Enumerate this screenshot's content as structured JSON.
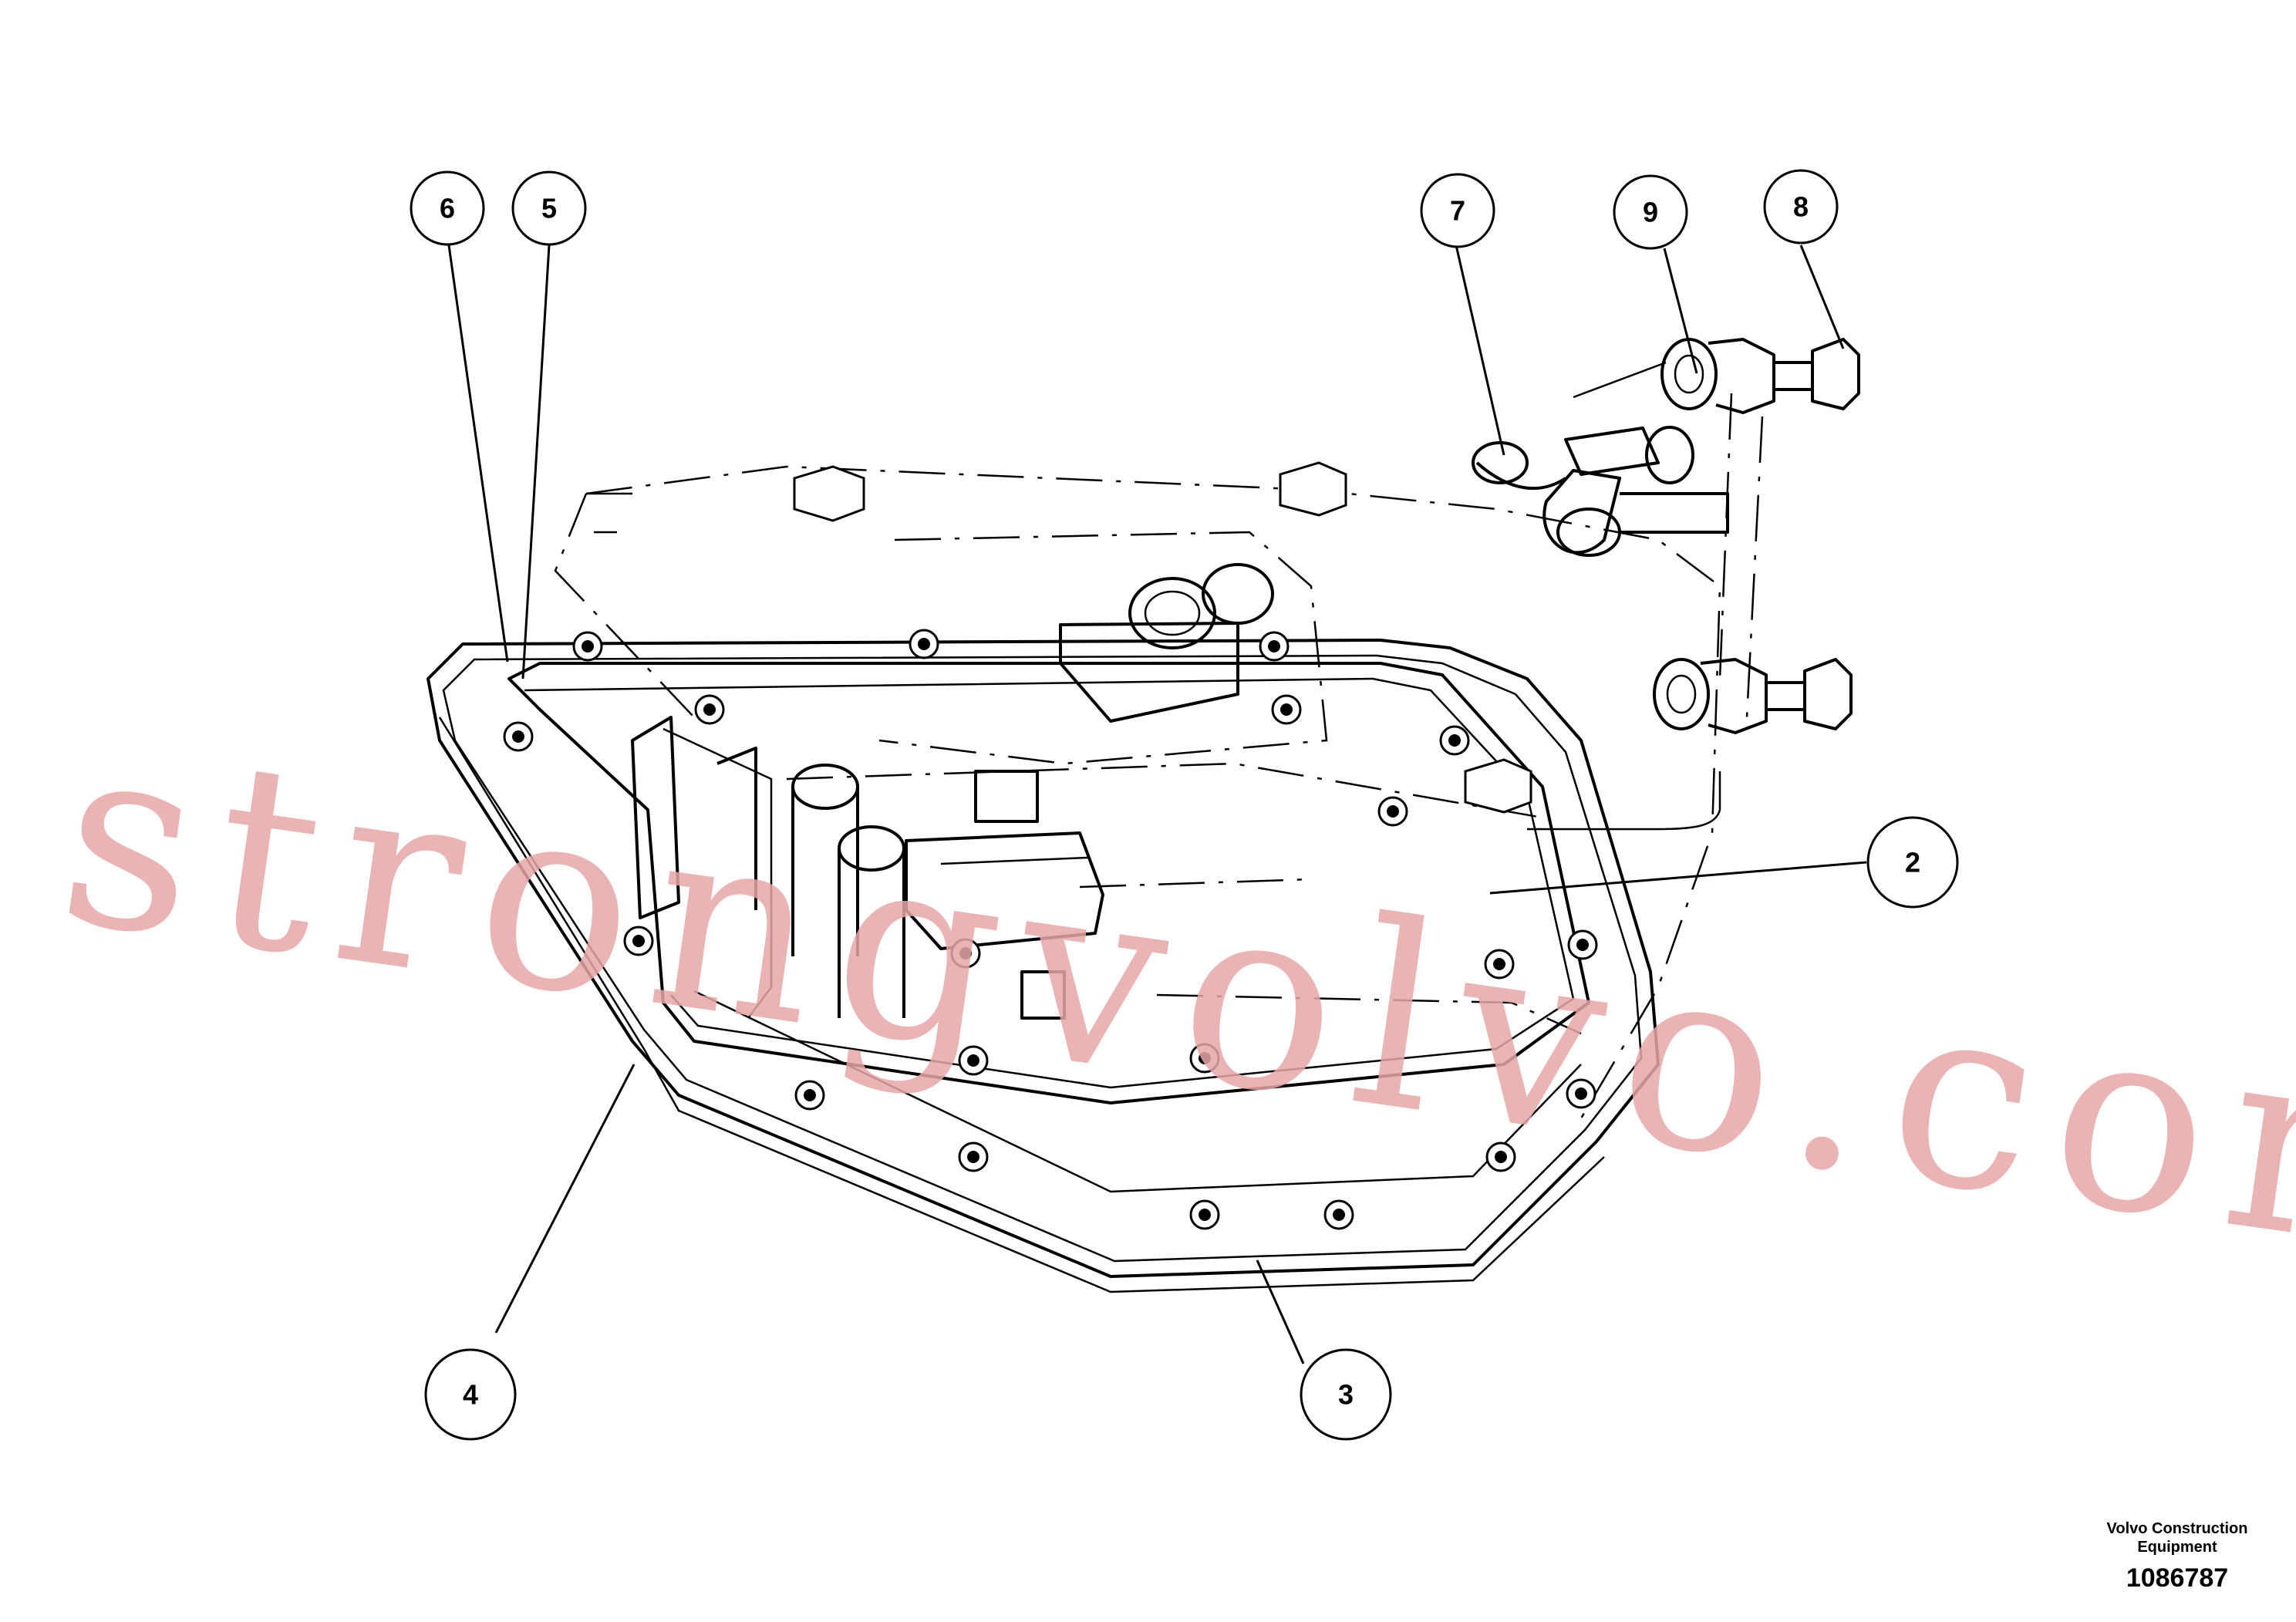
{
  "watermark": "strongvolvo.com",
  "callouts": [
    {
      "label": "6"
    },
    {
      "label": "5"
    },
    {
      "label": "7"
    },
    {
      "label": "9"
    },
    {
      "label": "8"
    },
    {
      "label": "2"
    },
    {
      "label": "4"
    },
    {
      "label": "3"
    }
  ],
  "caption": {
    "company_line1": "Volvo Construction",
    "company_line2": "Equipment",
    "drawing_number": "1086787"
  },
  "colors": {
    "line": "#000000",
    "watermark": "#e8a7a7",
    "background": "#ffffff"
  }
}
